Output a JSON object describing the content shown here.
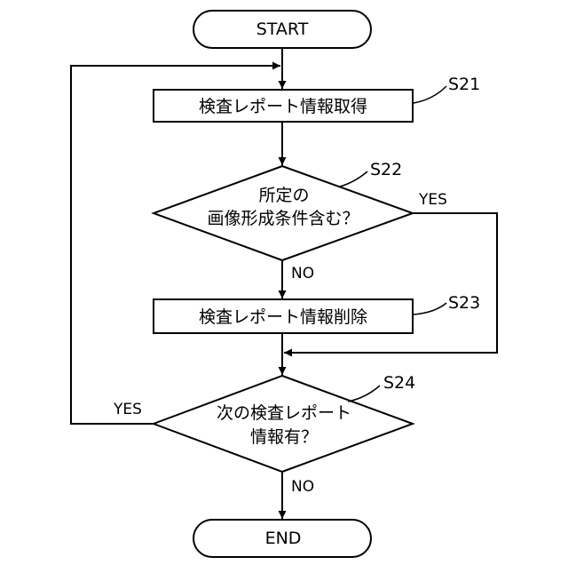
{
  "nodes": {
    "start": "START",
    "s21": "検査レポート情報取得",
    "s22_line1": "所定の",
    "s22_line2": "画像形成条件含む？",
    "s23": "検査レポート情報削除",
    "s24_line1": "次の検査レポート",
    "s24_line2": "情報有？",
    "end": "END"
  },
  "step_labels": {
    "s21": "S21",
    "s22": "S22",
    "s23": "S23",
    "s24": "S24"
  },
  "edge_labels": {
    "s22_yes": "YES",
    "s22_no": "NO",
    "s24_yes": "YES",
    "s24_no": "NO"
  }
}
